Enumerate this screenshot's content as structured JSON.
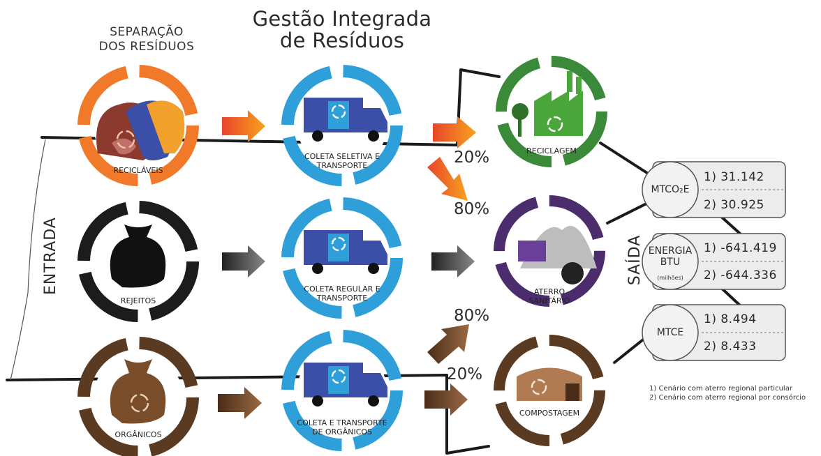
{
  "title_line1": "Gestão Integrada",
  "title_line2": "de Resíduos",
  "separation_line1": "SEPARAÇÃO",
  "separation_line2": "DOS RESÍDUOS",
  "entrada": "ENTRADA",
  "saida": "SAÍDA",
  "inputs": {
    "reciclaveis": "RECICLÁVEIS",
    "rejeitos": "REJEITOS",
    "organicos": "ORGÂNICOS"
  },
  "collection": {
    "seletiva_line1": "COLETA SELETIVA E",
    "seletiva_line2": "TRANSPORTE",
    "regular_line1": "COLETA REGULAR E",
    "regular_line2": "TRANSPORTE",
    "organicos_line1": "COLETA E TRANSPORTE",
    "organicos_line2": "DE ORGÂNICOS"
  },
  "outputs": {
    "reciclagem": "RECICLAGEM",
    "aterro_line1": "ATERRO",
    "aterro_line2": "SANITÁRIO",
    "compostagem": "COMPOSTAGEM"
  },
  "percentages": {
    "rec_to_recycling": "20%",
    "rec_to_landfill": "80%",
    "org_to_landfill": "80%",
    "org_to_compost": "20%"
  },
  "metrics": [
    {
      "label": "MTCO₂E",
      "sublabel": "",
      "value1": "1) 31.142",
      "value2": "2) 30.925"
    },
    {
      "label": "ENERGIA BTU",
      "sublabel": "(milhões)",
      "value1": "1) -641.419",
      "value2": "2) -644.336"
    },
    {
      "label": "MTCE",
      "sublabel": "",
      "value1": "1) 8.494",
      "value2": "2) 8.433"
    }
  ],
  "notes": [
    "1) Cenário com aterro regional particular",
    "2) Cenário com aterro regional por consórcio"
  ],
  "colors": {
    "orange": "#f07a2a",
    "blue": "#2e9fd8",
    "black": "#1c1c1c",
    "brown": "#5b3a22",
    "green": "#3b8a3a",
    "purple": "#4b2d6e"
  }
}
